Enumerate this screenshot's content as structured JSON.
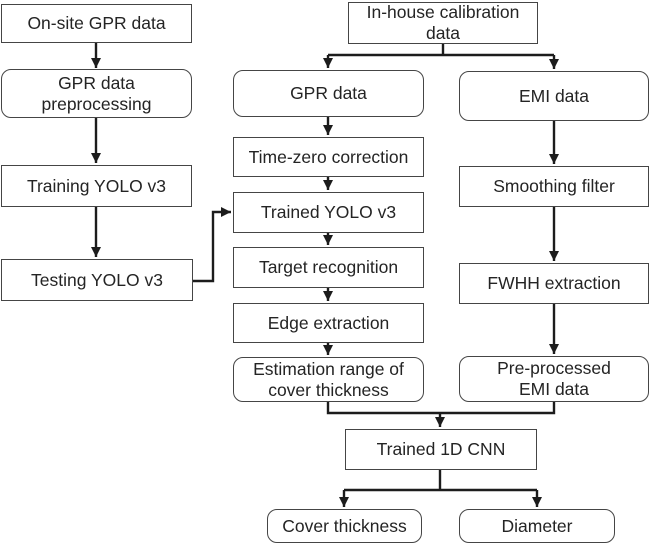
{
  "diagram": {
    "type": "flowchart",
    "background_color": "#ffffff",
    "box_fill_color": "#ffffff",
    "box_border_color": "#454545",
    "arrow_color": "#1c1c1c",
    "text_color": "#242424"
  },
  "nodes": {
    "onsite_gpr": {
      "label": "On-site GPR data",
      "shape": "rect"
    },
    "gpr_preprocessing": {
      "label": "GPR data preprocessing",
      "shape": "rounded"
    },
    "training_yolo": {
      "label": "Training YOLO v3",
      "shape": "rect"
    },
    "testing_yolo": {
      "label": "Testing YOLO v3",
      "shape": "rect"
    },
    "inhouse_calibration": {
      "label": "In-house calibration data",
      "shape": "rect"
    },
    "gpr_data": {
      "label": "GPR data",
      "shape": "rounded"
    },
    "time_zero": {
      "label": "Time-zero correction",
      "shape": "rect"
    },
    "trained_yolo": {
      "label": "Trained YOLO v3",
      "shape": "rect"
    },
    "target_recognition": {
      "label": "Target recognition",
      "shape": "rect"
    },
    "edge_extraction": {
      "label": "Edge extraction",
      "shape": "rect"
    },
    "estimation_range": {
      "label": "Estimation range of cover thickness",
      "shape": "rounded"
    },
    "emi_data": {
      "label": "EMI data",
      "shape": "rounded"
    },
    "smoothing_filter": {
      "label": "Smoothing filter",
      "shape": "rect"
    },
    "fwhh_extraction": {
      "label": "FWHH extraction",
      "shape": "rect"
    },
    "preprocessed_emi": {
      "label": "Pre-processed EMI data",
      "shape": "rounded"
    },
    "trained_1d_cnn": {
      "label": "Trained 1D CNN",
      "shape": "rect"
    },
    "cover_thickness": {
      "label": "Cover thickness",
      "shape": "rounded"
    },
    "diameter": {
      "label": "Diameter",
      "shape": "rounded"
    }
  },
  "edges": [
    {
      "from": "onsite_gpr",
      "to": "gpr_preprocessing"
    },
    {
      "from": "gpr_preprocessing",
      "to": "training_yolo"
    },
    {
      "from": "training_yolo",
      "to": "testing_yolo"
    },
    {
      "from": "testing_yolo",
      "to": "trained_yolo"
    },
    {
      "from": "inhouse_calibration",
      "to": "gpr_data"
    },
    {
      "from": "inhouse_calibration",
      "to": "emi_data"
    },
    {
      "from": "gpr_data",
      "to": "time_zero"
    },
    {
      "from": "time_zero",
      "to": "trained_yolo"
    },
    {
      "from": "trained_yolo",
      "to": "target_recognition"
    },
    {
      "from": "target_recognition",
      "to": "edge_extraction"
    },
    {
      "from": "edge_extraction",
      "to": "estimation_range"
    },
    {
      "from": "emi_data",
      "to": "smoothing_filter"
    },
    {
      "from": "smoothing_filter",
      "to": "fwhh_extraction"
    },
    {
      "from": "fwhh_extraction",
      "to": "preprocessed_emi"
    },
    {
      "from": "estimation_range",
      "to": "trained_1d_cnn"
    },
    {
      "from": "preprocessed_emi",
      "to": "trained_1d_cnn"
    },
    {
      "from": "trained_1d_cnn",
      "to": "cover_thickness"
    },
    {
      "from": "trained_1d_cnn",
      "to": "diameter"
    }
  ]
}
